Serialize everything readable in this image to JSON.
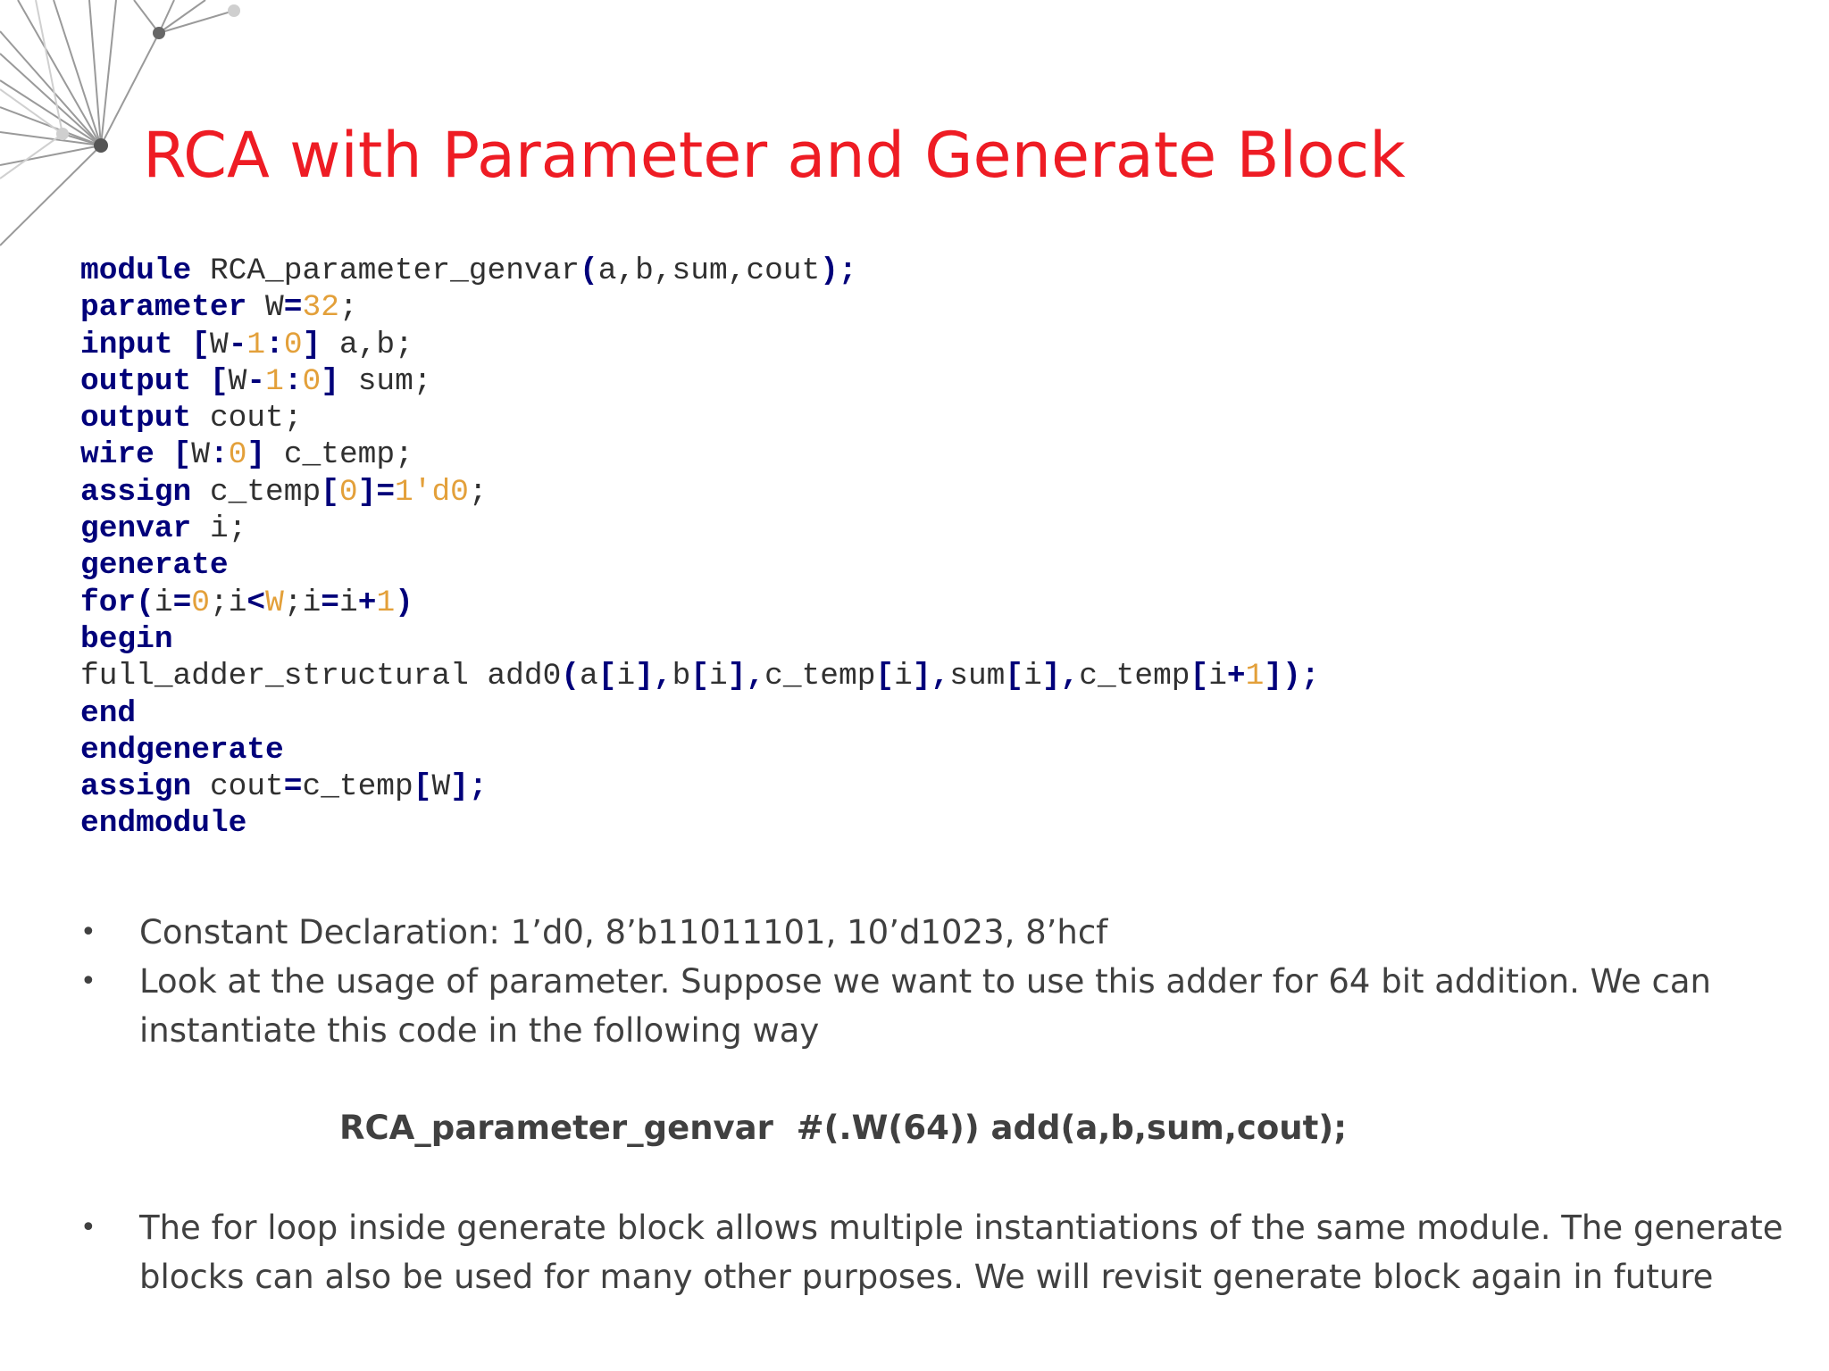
{
  "slide": {
    "title": "RCA with Parameter and Generate Block",
    "title_color": "#ee1c24",
    "decoration": "network-graph-icon"
  },
  "code": {
    "keyword_color": "#00007a",
    "number_color": "#e3a03a",
    "text_color": "#303030",
    "lines": [
      [
        {
          "t": "module",
          "c": "kw"
        },
        {
          "t": " RCA_parameter_genvar",
          "c": "tx"
        },
        {
          "t": "(",
          "c": "op"
        },
        {
          "t": "a,b,sum,cout",
          "c": "tx"
        },
        {
          "t": ");",
          "c": "op"
        }
      ],
      [
        {
          "t": "parameter",
          "c": "kw"
        },
        {
          "t": " W",
          "c": "tx"
        },
        {
          "t": "=",
          "c": "op"
        },
        {
          "t": "32",
          "c": "num"
        },
        {
          "t": ";",
          "c": "tx"
        }
      ],
      [
        {
          "t": "input",
          "c": "kw"
        },
        {
          "t": " ",
          "c": "tx"
        },
        {
          "t": "[",
          "c": "op"
        },
        {
          "t": "W",
          "c": "tx"
        },
        {
          "t": "-",
          "c": "op"
        },
        {
          "t": "1",
          "c": "num"
        },
        {
          "t": ":",
          "c": "op"
        },
        {
          "t": "0",
          "c": "num"
        },
        {
          "t": "]",
          "c": "op"
        },
        {
          "t": " a,b;",
          "c": "tx"
        }
      ],
      [
        {
          "t": "output",
          "c": "kw"
        },
        {
          "t": " ",
          "c": "tx"
        },
        {
          "t": "[",
          "c": "op"
        },
        {
          "t": "W",
          "c": "tx"
        },
        {
          "t": "-",
          "c": "op"
        },
        {
          "t": "1",
          "c": "num"
        },
        {
          "t": ":",
          "c": "op"
        },
        {
          "t": "0",
          "c": "num"
        },
        {
          "t": "]",
          "c": "op"
        },
        {
          "t": " sum;",
          "c": "tx"
        }
      ],
      [
        {
          "t": "output",
          "c": "kw"
        },
        {
          "t": " cout;",
          "c": "tx"
        }
      ],
      [
        {
          "t": "wire",
          "c": "kw"
        },
        {
          "t": " ",
          "c": "tx"
        },
        {
          "t": "[",
          "c": "op"
        },
        {
          "t": "W",
          "c": "tx"
        },
        {
          "t": ":",
          "c": "op"
        },
        {
          "t": "0",
          "c": "num"
        },
        {
          "t": "]",
          "c": "op"
        },
        {
          "t": " c_temp;",
          "c": "tx"
        }
      ],
      [
        {
          "t": "assign",
          "c": "kw"
        },
        {
          "t": " c_temp",
          "c": "tx"
        },
        {
          "t": "[",
          "c": "op"
        },
        {
          "t": "0",
          "c": "num"
        },
        {
          "t": "]=",
          "c": "op"
        },
        {
          "t": "1'd0",
          "c": "num"
        },
        {
          "t": ";",
          "c": "tx"
        }
      ],
      [
        {
          "t": "genvar",
          "c": "kw"
        },
        {
          "t": " i;",
          "c": "tx"
        }
      ],
      [
        {
          "t": "generate",
          "c": "kw"
        }
      ],
      [
        {
          "t": "for",
          "c": "kw"
        },
        {
          "t": "(",
          "c": "op"
        },
        {
          "t": "i",
          "c": "tx"
        },
        {
          "t": "=",
          "c": "op"
        },
        {
          "t": "0",
          "c": "num"
        },
        {
          "t": ";i",
          "c": "tx"
        },
        {
          "t": "<",
          "c": "op"
        },
        {
          "t": "W",
          "c": "num"
        },
        {
          "t": ";i",
          "c": "tx"
        },
        {
          "t": "=",
          "c": "op"
        },
        {
          "t": "i",
          "c": "tx"
        },
        {
          "t": "+",
          "c": "op"
        },
        {
          "t": "1",
          "c": "num"
        },
        {
          "t": ")",
          "c": "op"
        }
      ],
      [
        {
          "t": "begin",
          "c": "kw"
        }
      ],
      [
        {
          "t": "full_adder_structural add0",
          "c": "tx"
        },
        {
          "t": "(",
          "c": "op"
        },
        {
          "t": "a",
          "c": "tx"
        },
        {
          "t": "[",
          "c": "op"
        },
        {
          "t": "i",
          "c": "tx"
        },
        {
          "t": "],",
          "c": "op"
        },
        {
          "t": "b",
          "c": "tx"
        },
        {
          "t": "[",
          "c": "op"
        },
        {
          "t": "i",
          "c": "tx"
        },
        {
          "t": "],",
          "c": "op"
        },
        {
          "t": "c_temp",
          "c": "tx"
        },
        {
          "t": "[",
          "c": "op"
        },
        {
          "t": "i",
          "c": "tx"
        },
        {
          "t": "],",
          "c": "op"
        },
        {
          "t": "sum",
          "c": "tx"
        },
        {
          "t": "[",
          "c": "op"
        },
        {
          "t": "i",
          "c": "tx"
        },
        {
          "t": "],",
          "c": "op"
        },
        {
          "t": "c_temp",
          "c": "tx"
        },
        {
          "t": "[",
          "c": "op"
        },
        {
          "t": "i",
          "c": "tx"
        },
        {
          "t": "+",
          "c": "op"
        },
        {
          "t": "1",
          "c": "num"
        },
        {
          "t": "]);",
          "c": "op"
        }
      ],
      [
        {
          "t": "end",
          "c": "kw"
        }
      ],
      [
        {
          "t": "endgenerate",
          "c": "kw"
        }
      ],
      [
        {
          "t": "assign",
          "c": "kw"
        },
        {
          "t": " cout",
          "c": "tx"
        },
        {
          "t": "=",
          "c": "op"
        },
        {
          "t": "c_temp",
          "c": "tx"
        },
        {
          "t": "[",
          "c": "op"
        },
        {
          "t": "W",
          "c": "tx"
        },
        {
          "t": "];",
          "c": "op"
        }
      ],
      [
        {
          "t": "endmodule",
          "c": "kw"
        }
      ]
    ]
  },
  "bullets": {
    "symbol": "•",
    "items": [
      "Constant Declaration: 1’d0, 8’b11011101, 10’d1023, 8’hcf",
      "Look at the usage of parameter. Suppose we want to use this adder for 64 bit addition. We can instantiate this code in the following way",
      "The for loop inside generate block allows multiple instantiations of the same module. The generate blocks can also be used for many other purposes. We will revisit generate block again in future"
    ],
    "example": "RCA_parameter_genvar  #(.W(64)) add(a,b,sum,cout);"
  }
}
